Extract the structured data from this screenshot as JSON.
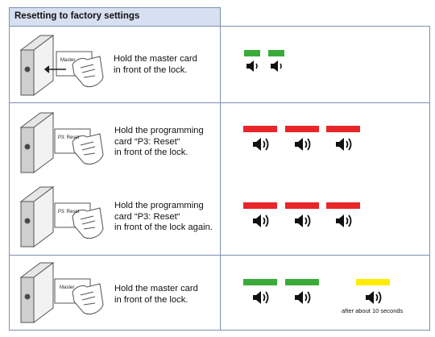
{
  "header": {
    "title": "Resetting to factory settings"
  },
  "steps": [
    {
      "card_label": "Master",
      "text": [
        "Hold the master card",
        "in front of the lock."
      ]
    },
    {
      "card_label": "P3: Reset",
      "text": [
        "Hold the programming",
        "card “P3: Reset“",
        "in front of the lock."
      ]
    },
    {
      "card_label": "P3: Reset",
      "text": [
        "Hold the programming",
        "card “P3: Reset“",
        "in front of the lock again."
      ]
    },
    {
      "card_label": "Master",
      "text": [
        "Hold the master card",
        "in front of the lock."
      ]
    }
  ],
  "signal_note": "after about 10 seconds",
  "colors": {
    "green": "#3aab3a",
    "red": "#e8262a",
    "yellow": "#ffec00",
    "header_bg": "#d7e0f0",
    "border": "#7f8fb0"
  },
  "icons": [
    "speaker-icon",
    "hand-card-lock-illustration"
  ]
}
